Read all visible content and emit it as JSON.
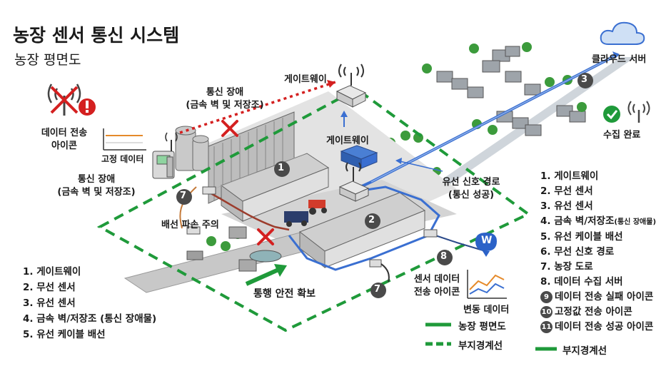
{
  "header": {
    "title": "농장 센서 통신 시스템",
    "subtitle": "농장 평면도"
  },
  "labels": {
    "cloud_server": "클라우드 서버",
    "gateway_top": "게이트웨이",
    "gateway_mid": "게이트웨이",
    "comm_fault_top_1": "통신 장애",
    "comm_fault_top_2": "(금속 벽 및 저장조)",
    "comm_fault_left_1": "통신 장애",
    "comm_fault_left_2": "(금속 벽 및 저장조)",
    "data_tx_icon_left_1": "데이터 전송",
    "data_tx_icon_left_2": "아이콘",
    "fixed_data": "고정 데이터",
    "collect_done": "수집 완료",
    "wired_path_1": "유선 신호 경로",
    "wired_path_2": "(통신 성공)",
    "cable_caution": "배선 파손 주의",
    "safe_passage": "통행 안전 확보",
    "sensor_tx_icon_1": "센서 데이터",
    "sensor_tx_icon_2": "전송 아이콘",
    "variable_data": "변동 데이터",
    "wifi_badge": "W"
  },
  "markers": {
    "m1": "1",
    "m2": "2",
    "m3": "3",
    "m7a": "7",
    "m7b": "7",
    "m8": "8"
  },
  "right_list": [
    {
      "num": "1.",
      "text": "게이트웨이"
    },
    {
      "num": "2.",
      "text": "무선 센서"
    },
    {
      "num": "3.",
      "text": "유선 센서"
    },
    {
      "num": "4.",
      "text": "금속 벽/저장조",
      "note": "(통신 장애물)"
    },
    {
      "num": "5.",
      "text": "유선 케이블 배선"
    },
    {
      "num": "6.",
      "text": "무선 신호 경로"
    },
    {
      "num": "7.",
      "text": "농장 도로"
    },
    {
      "num": "8.",
      "text": "데이터 수집 서버"
    },
    {
      "num": "9",
      "text": "데이터 전송 실패 아이콘"
    },
    {
      "num": "10",
      "text": "고정값 전송 아이콘"
    },
    {
      "num": "11",
      "text": "데이터 전송 성공 아이콘"
    }
  ],
  "left_list": [
    {
      "num": "1.",
      "text": "게이트웨이"
    },
    {
      "num": "2.",
      "text": "무선 센서"
    },
    {
      "num": "3.",
      "text": "유선 센서"
    },
    {
      "num": "4.",
      "text": "금속 벽/저장조 (통신 장애물)"
    },
    {
      "num": "5.",
      "text": "유선 케이블 배선"
    }
  ],
  "legend": [
    {
      "text": "농장 평면도",
      "style": "solid"
    },
    {
      "text": "부지경계선",
      "style": "dashed"
    }
  ],
  "legend_right": {
    "text": "부지경계선",
    "style": "solid"
  },
  "colors": {
    "boundary_green": "#1f9a3a",
    "wired_blue": "#3a6fd1",
    "fault_red": "#d42020",
    "success_green": "#1f9a3a",
    "ground_gray": "#d4d4d4",
    "barn_gray": "#cfcfcf",
    "tree_green": "#3c9b3c",
    "orange_line": "#e58a2a"
  },
  "icons": {
    "cloud": "cloud-icon",
    "no_signal": "no-signal-icon",
    "alert": "alert-icon",
    "check": "check-icon",
    "antenna": "antenna-icon",
    "x_mark": "x-mark-icon",
    "wifi": "wifi-badge-icon"
  }
}
